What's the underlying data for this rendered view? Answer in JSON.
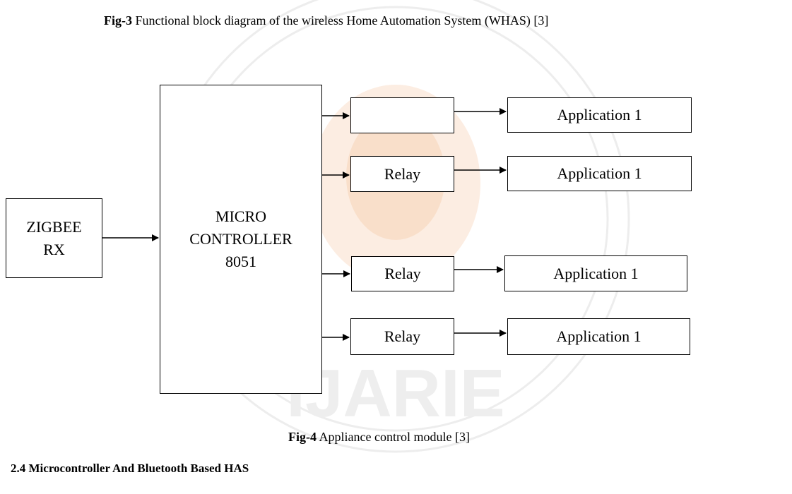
{
  "figure3": {
    "label": "Fig-3",
    "text": " Functional block diagram of the wireless Home Automation System (WHAS) [3]"
  },
  "diagram": {
    "input_block": {
      "line1": "ZIGBEE",
      "line2": "RX"
    },
    "controller_block": {
      "line1": "MICRO",
      "line2": "CONTROLLER",
      "line3": "8051"
    },
    "relays": [
      {
        "label": ""
      },
      {
        "label": "Relay"
      },
      {
        "label": "Relay"
      },
      {
        "label": "Relay"
      }
    ],
    "applications": [
      {
        "label": "Application 1"
      },
      {
        "label": "Application 1"
      },
      {
        "label": "Application 1"
      },
      {
        "label": "Application 1"
      }
    ]
  },
  "figure4": {
    "label": "Fig-4",
    "text": " Appliance control module [3]"
  },
  "section": {
    "heading": "2.4 Microcontroller And Bluetooth Based HAS"
  },
  "watermark": {
    "text": "IJARIE",
    "color": "#e8b89a"
  }
}
